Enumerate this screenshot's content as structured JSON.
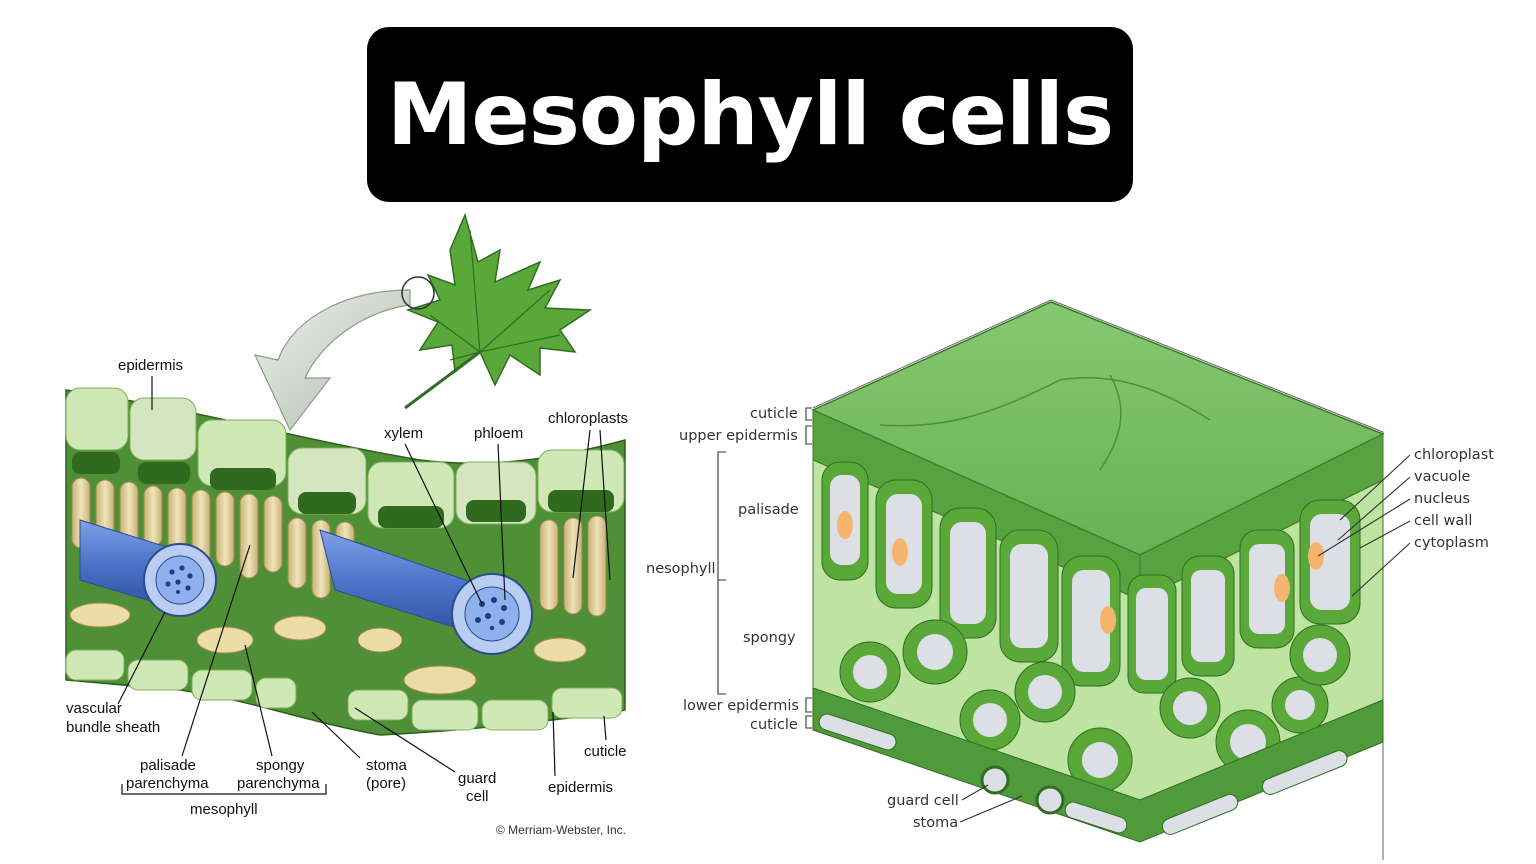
{
  "title": "Mesophyll cells",
  "left_diagram": {
    "labels": {
      "epidermis_top": "epidermis",
      "xylem": "xylem",
      "phloem": "phloem",
      "chloroplasts": "chloroplasts",
      "vascular_1": "vascular",
      "vascular_2": "bundle sheath",
      "palisade_1": "palisade",
      "palisade_2": "parenchyma",
      "spongy_1": "spongy",
      "spongy_2": "parenchyma",
      "mesophyll": "mesophyll",
      "stoma_1": "stoma",
      "stoma_2": "(pore)",
      "guard_1": "guard",
      "guard_2": "cell",
      "epidermis_bottom": "epidermis",
      "cuticle": "cuticle",
      "copyright": "© Merriam-Webster, Inc."
    }
  },
  "right_diagram": {
    "labels": {
      "cuticle_top": "cuticle",
      "upper_epidermis": "upper epidermis",
      "palisade": "palisade",
      "mesophyll": "nesophyll",
      "spongy": "spongy",
      "lower_epidermis": "lower epidermis",
      "cuticle_bottom": "cuticle",
      "guard_cell": "guard cell",
      "stoma": "stoma",
      "chloroplast": "chloroplast",
      "vacuole": "vacuole",
      "nucleus": "nucleus",
      "cell_wall": "cell wall",
      "cytoplasm": "cytoplasm"
    }
  },
  "colors": {
    "leaf_green": "#5aa83a",
    "tissue_green": "#4f9a3b",
    "light_green": "#bfe3a0",
    "vein_blue": "#4a72c9",
    "palisade_tan": "#e4d3a0",
    "vacuole_gray": "#dcdfe6",
    "nucleus_orange": "#f5b56e"
  }
}
